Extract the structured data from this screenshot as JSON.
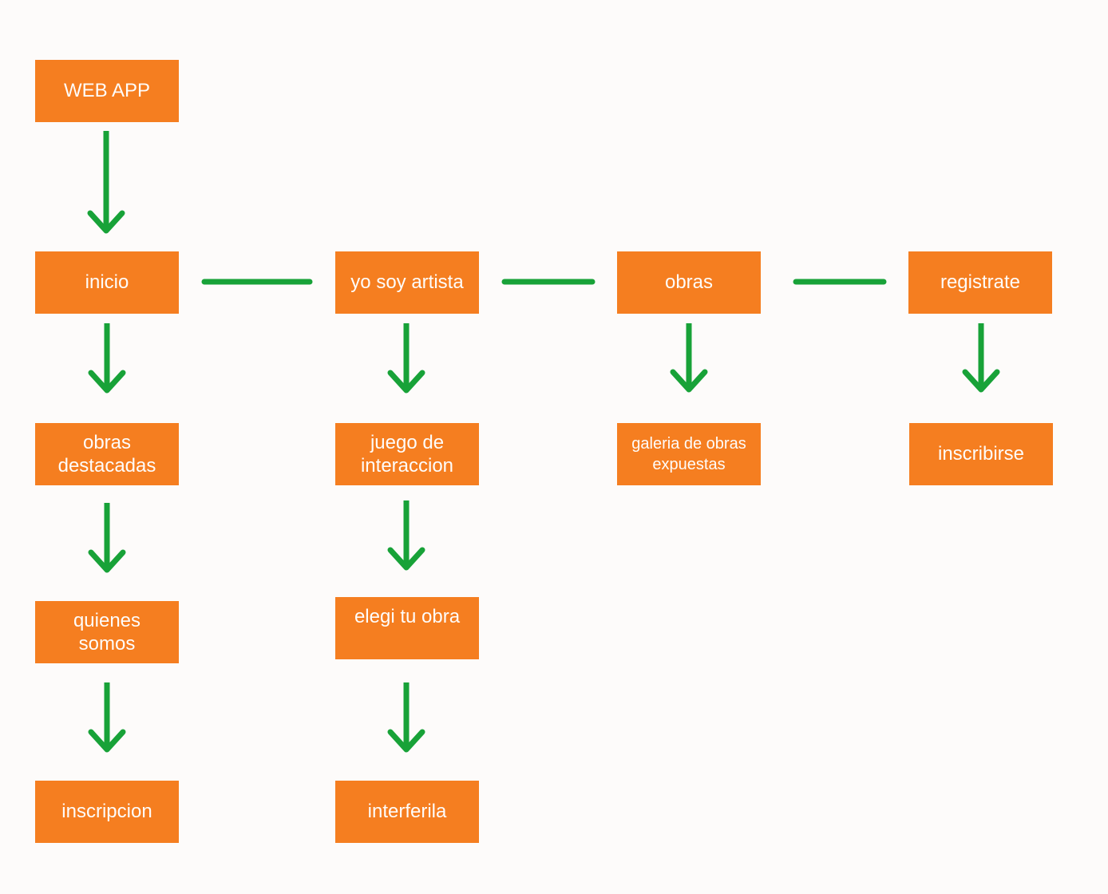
{
  "diagram_type": "sitemap-flowchart",
  "colors": {
    "node_fill": "#F57E20",
    "node_text": "#FEFCFA",
    "connector": "#18A238",
    "background": "#FDFBFA"
  },
  "nodes": {
    "web_app": {
      "label": "WEB APP"
    },
    "inicio": {
      "label": "inicio"
    },
    "yo_soy_artista": {
      "label": "yo soy artista"
    },
    "obras": {
      "label": "obras"
    },
    "registrate": {
      "label": "registrate"
    },
    "obras_destacadas": {
      "label": "obras\ndestacadas"
    },
    "juego_de_interaccion": {
      "label": "juego de\ninteraccion"
    },
    "galeria_de_obras_expuestas": {
      "label": "galeria de obras\nexpuestas"
    },
    "inscribirse": {
      "label": "inscribirse"
    },
    "quienes_somos": {
      "label": "quienes\nsomos"
    },
    "elegi_tu_obra": {
      "label": "elegi tu obra"
    },
    "inscripcion": {
      "label": "inscripcion"
    },
    "interferila": {
      "label": "interferila"
    }
  },
  "edges": [
    {
      "from": "web_app",
      "to": "inicio",
      "style": "arrow"
    },
    {
      "from": "inicio",
      "to": "yo_soy_artista",
      "style": "line"
    },
    {
      "from": "yo_soy_artista",
      "to": "obras",
      "style": "line"
    },
    {
      "from": "obras",
      "to": "registrate",
      "style": "line"
    },
    {
      "from": "inicio",
      "to": "obras_destacadas",
      "style": "arrow"
    },
    {
      "from": "yo_soy_artista",
      "to": "juego_de_interaccion",
      "style": "arrow"
    },
    {
      "from": "obras",
      "to": "galeria_de_obras_expuestas",
      "style": "arrow"
    },
    {
      "from": "registrate",
      "to": "inscribirse",
      "style": "arrow"
    },
    {
      "from": "obras_destacadas",
      "to": "quienes_somos",
      "style": "arrow"
    },
    {
      "from": "juego_de_interaccion",
      "to": "elegi_tu_obra",
      "style": "arrow"
    },
    {
      "from": "quienes_somos",
      "to": "inscripcion",
      "style": "arrow"
    },
    {
      "from": "elegi_tu_obra",
      "to": "interferila",
      "style": "arrow"
    }
  ]
}
